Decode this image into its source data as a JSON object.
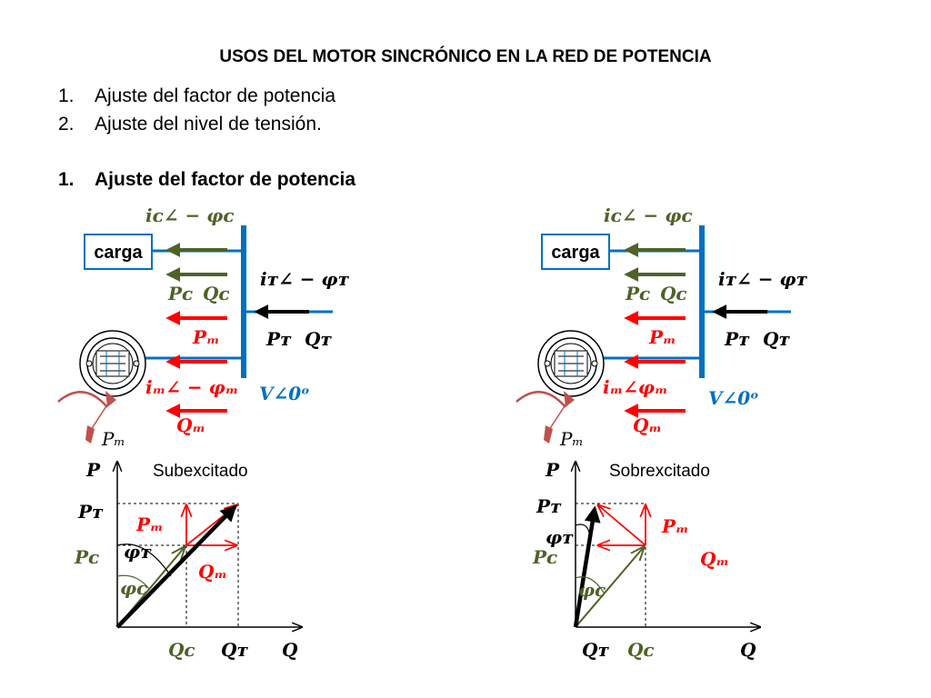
{
  "title": "USOS DEL MOTOR SINCRÓNICO EN LA RED DE POTENCIA",
  "list": [
    {
      "num": "1.",
      "text": "Ajuste del factor de potencia"
    },
    {
      "num": "2.",
      "text": "Ajuste del nivel de tensión."
    }
  ],
  "section": {
    "num": "1.",
    "text": "Ajuste del factor de potencia"
  },
  "colors": {
    "green": "#4f6228",
    "red": "#ff0000",
    "blue": "#0070c0",
    "black": "#000000",
    "dark_green": "#4f6228"
  },
  "left": {
    "load_label": "carga",
    "ic_label": "iᴄ∠ − φᴄ",
    "it_label": "iᴛ∠ − φᴛ",
    "pc": "Pᴄ",
    "qc": "Qᴄ",
    "pt": "Pᴛ",
    "qt": "Qᴛ",
    "pm_arrow": "Pₘ",
    "im_label": "iₘ∠ − φₘ",
    "voltage": "V∠0ᵒ",
    "qm_arrow": "Qₘ",
    "pm_motor": "Pₘ",
    "phasor": {
      "axis_p": "P",
      "axis_q": "Q",
      "mode": "Subexcitado",
      "pt": "Pᴛ",
      "pc": "Pᴄ",
      "pm": "Pₘ",
      "phi_t": "φᴛ",
      "phi_c": "φᴄ",
      "qm": "Qₘ",
      "qc": "Qᴄ",
      "qt": "Qᴛ"
    }
  },
  "right": {
    "load_label": "carga",
    "ic_label": "iᴄ∠ − φᴄ",
    "it_label": "iᴛ∠ − φᴛ",
    "pc": "Pᴄ",
    "qc": "Qᴄ",
    "pt": "Pᴛ",
    "qt": "Qᴛ",
    "pm_arrow": "Pₘ",
    "im_label": "iₘ∠φₘ",
    "voltage": "V∠0ᵒ",
    "qm_arrow": "Qₘ",
    "pm_motor": "Pₘ",
    "phasor": {
      "axis_p": "P",
      "axis_q": "Q",
      "mode": "Sobrexcitado",
      "pt": "Pᴛ",
      "pc": "Pᴄ",
      "pm": "Pₘ",
      "phi_t": "φᴛ",
      "phi_c": "φᴄ",
      "qm": "Qₘ",
      "qt": "Qᴛ",
      "qc": "Qᴄ"
    }
  }
}
